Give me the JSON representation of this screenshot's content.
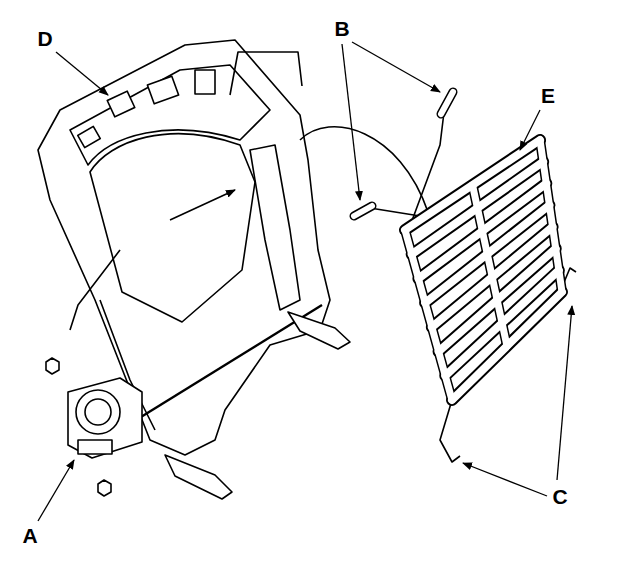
{
  "diagram": {
    "labels": [
      "D",
      "B",
      "E",
      "A",
      "C"
    ]
  }
}
